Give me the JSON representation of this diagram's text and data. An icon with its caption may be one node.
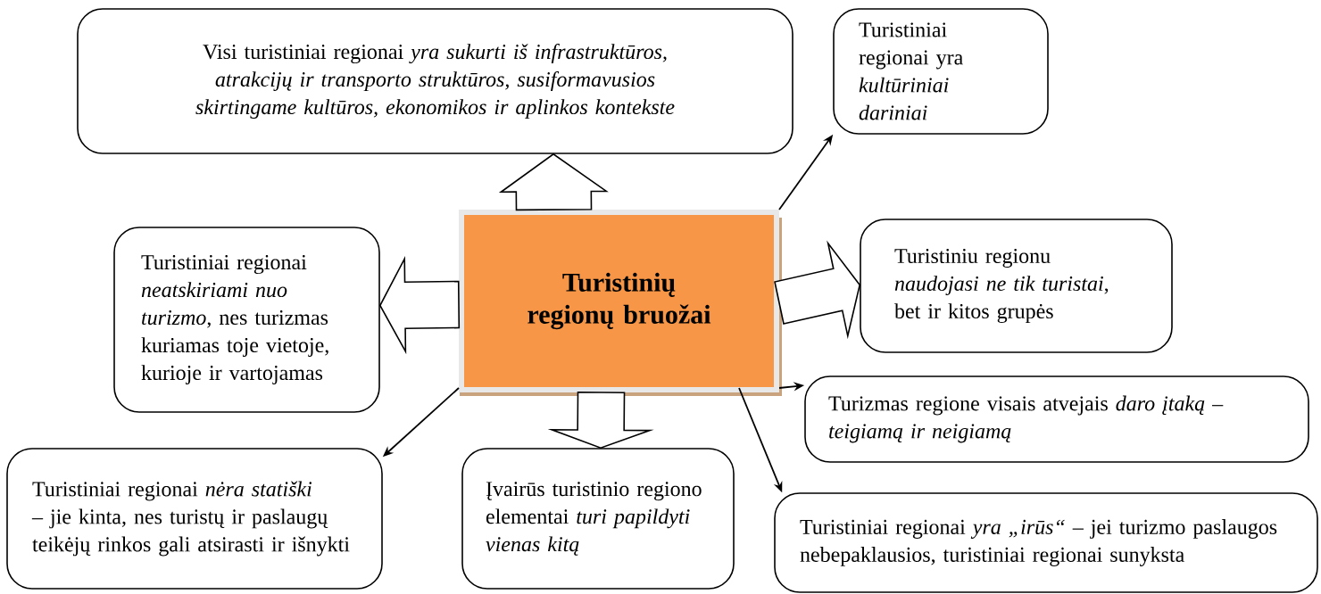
{
  "diagram": {
    "nodes": [
      {
        "text": [
          "Turistinių regionų bruožai"
        ]
      },
      {
        "text": [
          "Visi turistiniai regionai *yra sukurti iš infrastruktūros, atrakcijų ir transporto struktūros, susiformavusios skirtingame kultūros, ekonomikos ir aplinkos kontekste*"
        ]
      },
      {
        "text": [
          "Turistiniai regionai yra *kultūriniai dariniai*"
        ]
      },
      {
        "text": [
          "Turistiniai regionai *neatskiriami nuo turizmo*, nes turizmas kuriamas toje vietoje, kurioje ir vartojamas"
        ]
      },
      {
        "text": [
          "Turistiniu regionu *naudojasi ne tik turistai*, bet ir kitos grupės"
        ]
      },
      {
        "text": [
          "Turizmas regione visais atvejais *daro įtaką – teigiamą ir neigiamą*"
        ]
      },
      {
        "text": [
          "Turistiniai regionai *nėra statiški* – jie kinta, nes turistų ir paslaugų teikėjų rinkos gali atsirasti ir išnykti"
        ]
      },
      {
        "text": [
          "Įvairūs turistinio regiono elementai *turi papildyti vienas kitą*"
        ]
      },
      {
        "text": [
          "Turistiniai regionai *yra „irūs“* – jei turizmo paslaugos nebepaklausios, turistiniai regionai sunyksta"
        ]
      }
    ],
    "edges": [
      {
        "from": 0,
        "to": 1,
        "arrow": "to",
        "style": "thick"
      },
      {
        "from": 0,
        "to": 2,
        "arrow": "to"
      },
      {
        "from": 0,
        "to": 3,
        "arrow": "to",
        "style": "thick"
      },
      {
        "from": 0,
        "to": 4,
        "arrow": "to",
        "style": "thick"
      },
      {
        "from": 0,
        "to": 5,
        "arrow": "to"
      },
      {
        "from": 0,
        "to": 6,
        "arrow": "to"
      },
      {
        "from": 0,
        "to": 7,
        "arrow": "to",
        "style": "thick"
      },
      {
        "from": 0,
        "to": 8,
        "arrow": "to"
      }
    ]
  }
}
